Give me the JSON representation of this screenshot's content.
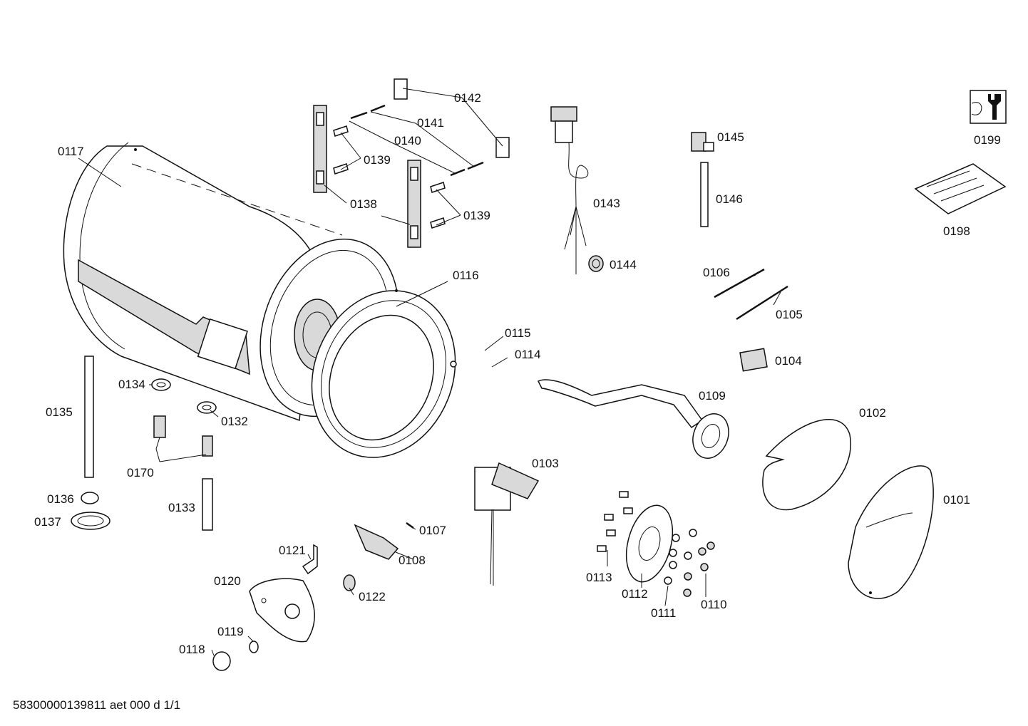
{
  "footer_code": "58300000139811 aet 000 d 1/1",
  "labels": {
    "p0101": "0101",
    "p0102": "0102",
    "p0103": "0103",
    "p0104": "0104",
    "p0105": "0105",
    "p0106": "0106",
    "p0107": "0107",
    "p0108": "0108",
    "p0109": "0109",
    "p0110": "0110",
    "p0111": "0111",
    "p0112": "0112",
    "p0113": "0113",
    "p0114": "0114",
    "p0115": "0115",
    "p0116": "0116",
    "p0117": "0117",
    "p0118": "0118",
    "p0119": "0119",
    "p0120": "0120",
    "p0121": "0121",
    "p0122": "0122",
    "p0132": "0132",
    "p0133": "0133",
    "p0134": "0134",
    "p0135": "0135",
    "p0136": "0136",
    "p0137": "0137",
    "p0138": "0138",
    "p0139a": "0139",
    "p0139b": "0139",
    "p0140": "0140",
    "p0141": "0141",
    "p0142": "0142",
    "p0143": "0143",
    "p0144": "0144",
    "p0145": "0145",
    "p0146": "0146",
    "p0170": "0170",
    "p0198": "0198",
    "p0199": "0199"
  },
  "icons": {
    "tools": "wrench-icon",
    "kit": "screw-kit-icon"
  }
}
